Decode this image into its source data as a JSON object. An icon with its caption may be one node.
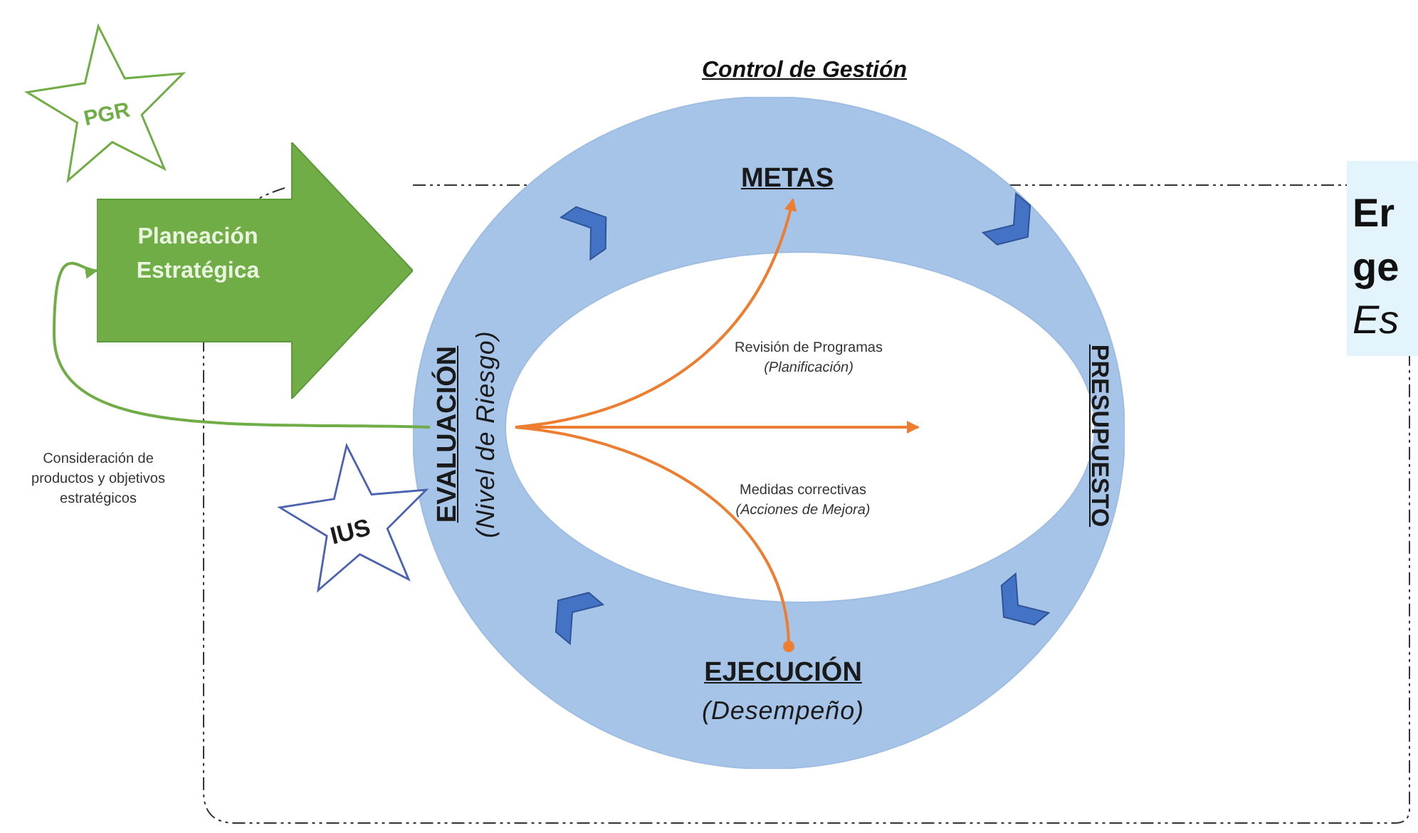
{
  "diagram": {
    "title": "Control de Gestión",
    "nodes": [
      {
        "text": [
          "PGR"
        ]
      },
      {
        "text": [
          "Planeación Estratégica"
        ]
      },
      {
        "text": [],
        "shape": "ring"
      },
      {
        "text": [
          "METAS"
        ],
        "in": 2
      },
      {
        "text": [
          "PRESUPUESTO"
        ],
        "in": 2
      },
      {
        "text": [
          "EJECUCIÓN",
          "(Desempeño)"
        ],
        "in": 2
      },
      {
        "text": [
          "EVALUACIÓN",
          "(Nivel de Riesgo)"
        ],
        "in": 2
      },
      {
        "text": [
          "IUS"
        ]
      },
      {
        "text": [
          "Er ge",
          "Es"
        ]
      }
    ],
    "edges": [
      {
        "from": 6,
        "to": 3,
        "arrow": "to",
        "label": "Revisión de Programas *(Planificación)*",
        "color": "#ed7d31"
      },
      {
        "from": 6,
        "to": null,
        "arrow": "to",
        "color": "#ed7d31"
      },
      {
        "from": 6,
        "to": 5,
        "arrow": "other",
        "label": "Medidas correctivas *(Acciones de Mejora)*",
        "color": "#ed7d31"
      },
      {
        "from": 6,
        "to": 1,
        "arrow": "to",
        "label": "Consideración de productos y objetivos estratégicos",
        "color": "#70ad47"
      }
    ]
  }
}
